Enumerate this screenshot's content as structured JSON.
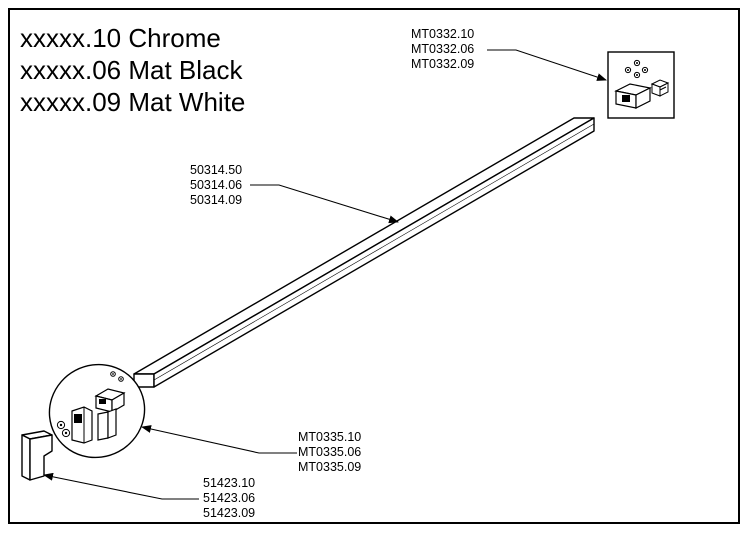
{
  "finishes": [
    "xxxxx.10 Chrome",
    "xxxxx.06 Mat Black",
    "xxxxx.09 Mat White"
  ],
  "parts": {
    "top_bracket": [
      "MT0332.10",
      "MT0332.06",
      "MT0332.09"
    ],
    "bar": [
      "50314.50",
      "50314.06",
      "50314.09"
    ],
    "bottom_bracket": [
      "MT0335.10",
      "MT0335.06",
      "MT0335.09"
    ],
    "end_cap": [
      "51423.10",
      "51423.06",
      "51423.09"
    ]
  }
}
